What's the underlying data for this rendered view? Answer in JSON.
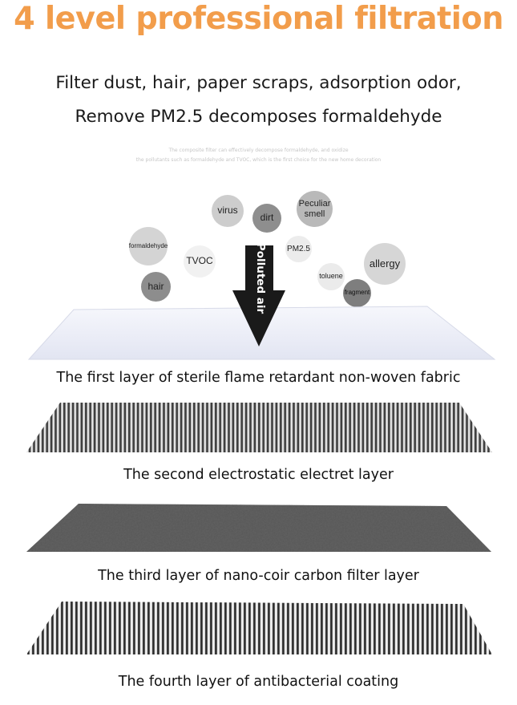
{
  "headline": "4 level professional filtration",
  "subheading": {
    "line1": "Filter dust, hair, paper scraps, adsorption odor,",
    "line2": "Remove PM2.5 decomposes formaldehyde"
  },
  "fine_print": {
    "line1": "The composite filter can effectively decompose formaldehyde, and oxidize",
    "line2": "the pollutants such as formaldehyde and TVOC, which is the first choice for the new home decoration"
  },
  "pollutants": [
    {
      "label": "virus",
      "fill": "#cdcdcd"
    },
    {
      "label": "dirt",
      "fill": "#8e8e8e"
    },
    {
      "label": "Peculiar smell",
      "fill": "#b9b9b9"
    },
    {
      "label": "formaldehyde",
      "fill": "#d4d4d4"
    },
    {
      "label": "TVOC",
      "fill": "#f1f1f1"
    },
    {
      "label": "PM2.5",
      "fill": "#ececec"
    },
    {
      "label": "allergy",
      "fill": "#d6d6d6"
    },
    {
      "label": "hair",
      "fill": "#8d8d8d"
    },
    {
      "label": "toluene",
      "fill": "#ebebeb"
    },
    {
      "label": "fragment",
      "fill": "#7e7e7e"
    }
  ],
  "arrow_label": "Polluted air",
  "layers": [
    {
      "label": "The first layer of sterile flame retardant non-woven fabric"
    },
    {
      "label": "The second electrostatic electret layer"
    },
    {
      "label": "The third layer of nano-coir carbon filter layer"
    },
    {
      "label": "The fourth layer of antibacterial coating"
    }
  ],
  "colors": {
    "headline": "#f29d4b",
    "arrow": "#1a1a1a",
    "fabric": "#eceef7"
  }
}
